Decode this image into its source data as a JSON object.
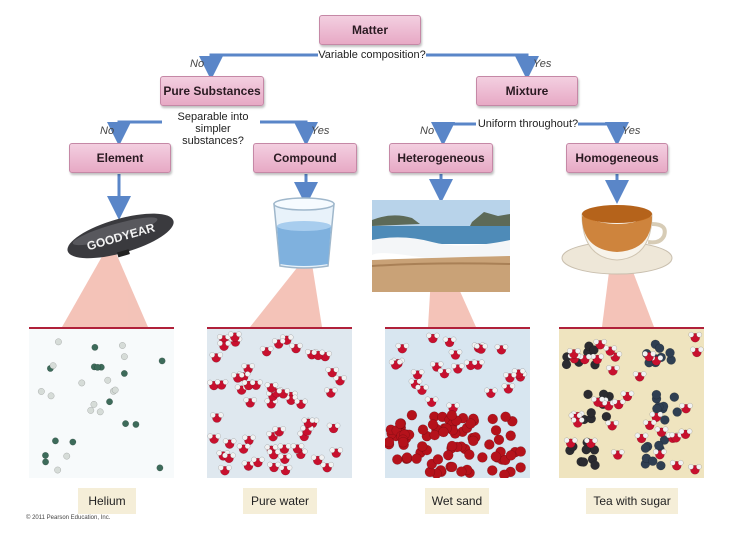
{
  "nodes": {
    "root": "Matter",
    "pure": "Pure Substances",
    "mixture": "Mixture",
    "element": "Element",
    "compound": "Compound",
    "heterogeneous": "Heterogeneous",
    "homogeneous": "Homogeneous"
  },
  "questions": {
    "variable": "Variable composition?",
    "separable_line1": "Separable into simpler",
    "separable_line2": "substances?",
    "uniform": "Uniform throughout?"
  },
  "answers": {
    "no": "No",
    "yes": "Yes"
  },
  "examples": [
    "Helium",
    "Pure water",
    "Wet sand",
    "Tea with sugar"
  ],
  "blimp_text": "GOODYEAR",
  "copyright": "© 2011 Pearson Education, Inc.",
  "colors": {
    "node_fill": "#e7a9c5",
    "arrow": "#5a86c8",
    "label_bg": "#f5eed8",
    "panel_rule": "#b0213a"
  }
}
